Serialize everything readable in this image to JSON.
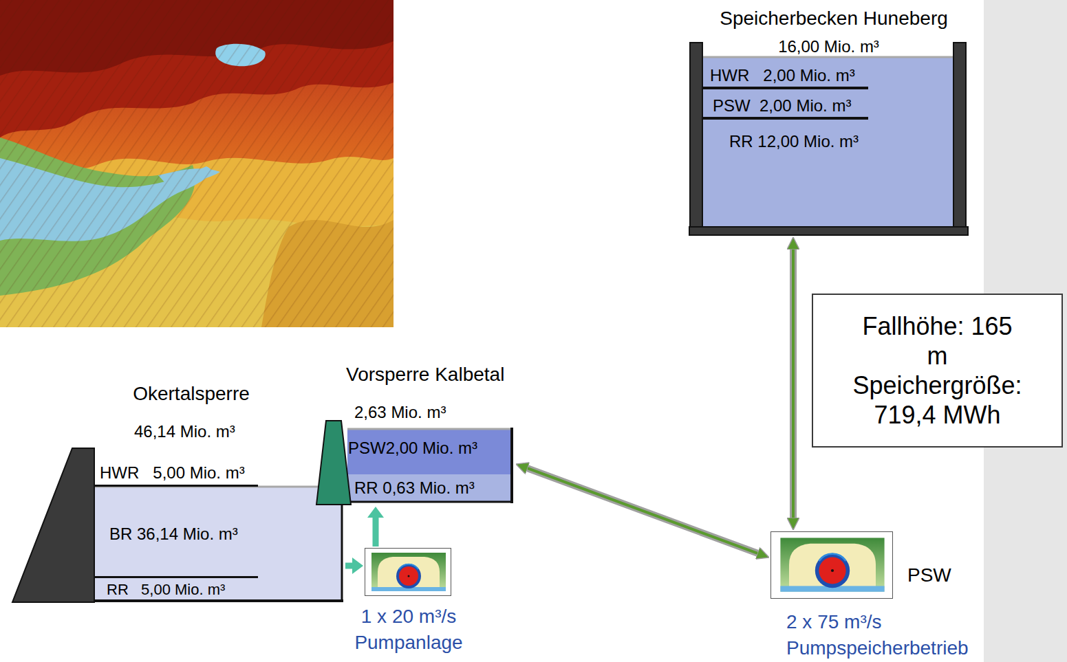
{
  "diagram": {
    "nodes": [
      {
        "text": [
          "Speicherbecken Huneberg",
          "16,00 Mio. m³"
        ]
      },
      {
        "text": [
          "HWR   2,00 Mio. m³"
        ],
        "in": 0
      },
      {
        "text": [
          "PSW  2,00 Mio. m³"
        ],
        "in": 0
      },
      {
        "text": [
          "RR 12,00 Mio. m³"
        ],
        "in": 0
      },
      {
        "text": [
          "Fallhöhe: 165 m",
          "Speichergröße: 719,4 MWh"
        ]
      },
      {
        "text": [
          "Okertalsperre",
          "46,14 Mio. m³"
        ]
      },
      {
        "text": [
          "HWR   5,00 Mio. m³"
        ],
        "in": 5
      },
      {
        "text": [
          "BR 36,14 Mio. m³"
        ],
        "in": 5
      },
      {
        "text": [
          "RR   5,00 Mio. m³"
        ],
        "in": 5
      },
      {
        "text": [
          "Vorsperre Kalbetal",
          "2,63 Mio. m³"
        ]
      },
      {
        "text": [
          "PSW2,00 Mio. m³"
        ],
        "in": 9
      },
      {
        "text": [
          "RR 0,63 Mio. m³"
        ],
        "in": 9
      },
      {
        "text": [
          "1 x 20 m³/s Pumpanlage"
        ]
      },
      {
        "text": [
          "PSW",
          "2 x 75 m³/s Pumpspeicherbetrieb"
        ]
      }
    ],
    "edges": [
      {
        "from": 0,
        "to": 13,
        "arrow": "both"
      },
      {
        "from": 13,
        "to": 9,
        "arrow": "both"
      },
      {
        "from": 5,
        "to": 12,
        "arrow": "to"
      },
      {
        "from": 12,
        "to": 9,
        "arrow": "to"
      }
    ]
  }
}
